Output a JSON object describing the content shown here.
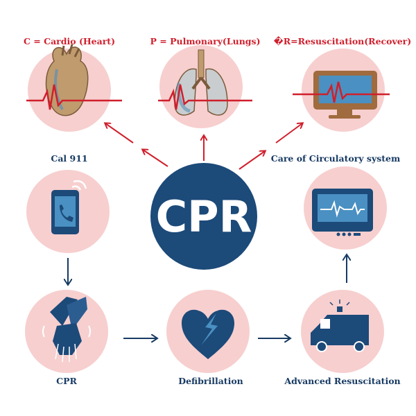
{
  "labels": {
    "cardio": "C = Cardio (Heart)",
    "pulmonary": "P = Pulmonary(Lungs)",
    "resuscitation": "�R=Resuscitation(Recover)",
    "call": "Cal 911",
    "care": "Care of Circulatory system",
    "cpr_step": "CPR",
    "defibrillation": "Defibrillation",
    "advanced": "Advanced Resuscitation"
  },
  "center": {
    "text": "CPR"
  },
  "colors": {
    "pink": "#f7cfcf",
    "navy": "#1c4a79",
    "red": "#d01f2c",
    "heart": "#bf9b6e",
    "lung": "#c9cdcf",
    "screen": "#4a90c2"
  },
  "icons": {
    "top": [
      "heart-icon",
      "lungs-icon",
      "monitor-icon"
    ],
    "middle": [
      "phone-icon",
      "ecg-monitor-icon"
    ],
    "bottom": [
      "hands-compression-icon",
      "broken-heart-bolt-icon",
      "ambulance-icon"
    ]
  }
}
